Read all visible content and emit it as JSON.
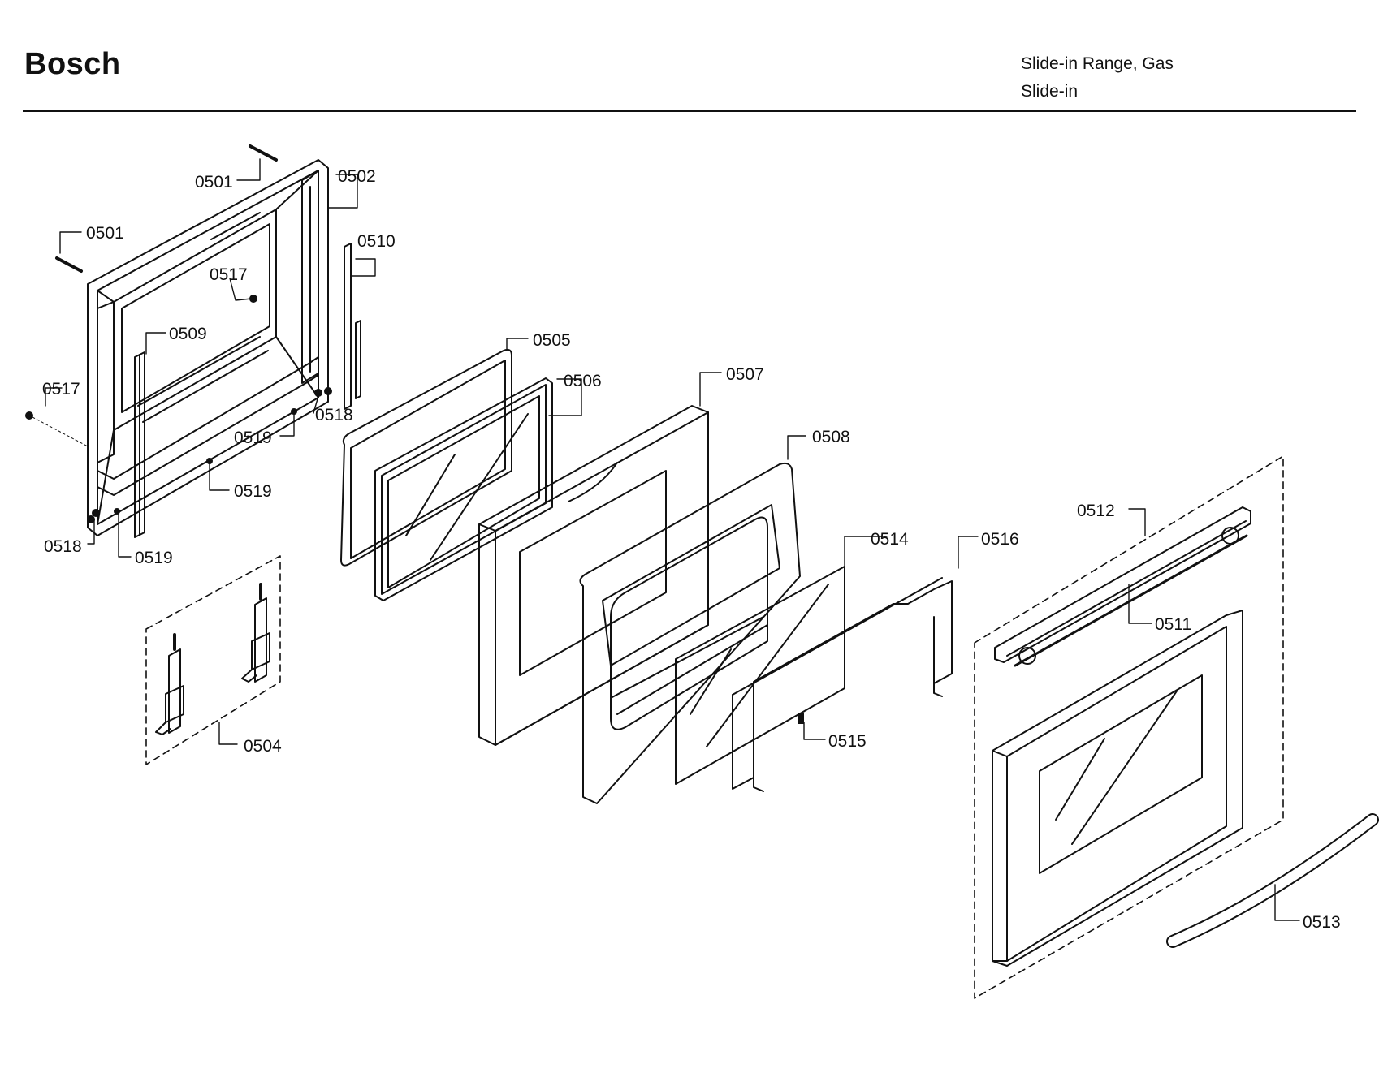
{
  "header": {
    "brand": "Bosch",
    "product_line1": "Slide-in Range, Gas",
    "product_line2": "Slide-in"
  },
  "callouts": {
    "0501a": "0501",
    "0501b": "0501",
    "0502": "0502",
    "0504": "0504",
    "0505": "0505",
    "0506": "0506",
    "0507": "0507",
    "0508": "0508",
    "0509": "0509",
    "0510": "0510",
    "0511": "0511",
    "0512": "0512",
    "0513": "0513",
    "0514": "0514",
    "0515": "0515",
    "0516": "0516",
    "0517a": "0517",
    "0517b": "0517",
    "0518a": "0518",
    "0518b": "0518",
    "0519a": "0519",
    "0519b": "0519",
    "0519c": "0519"
  }
}
